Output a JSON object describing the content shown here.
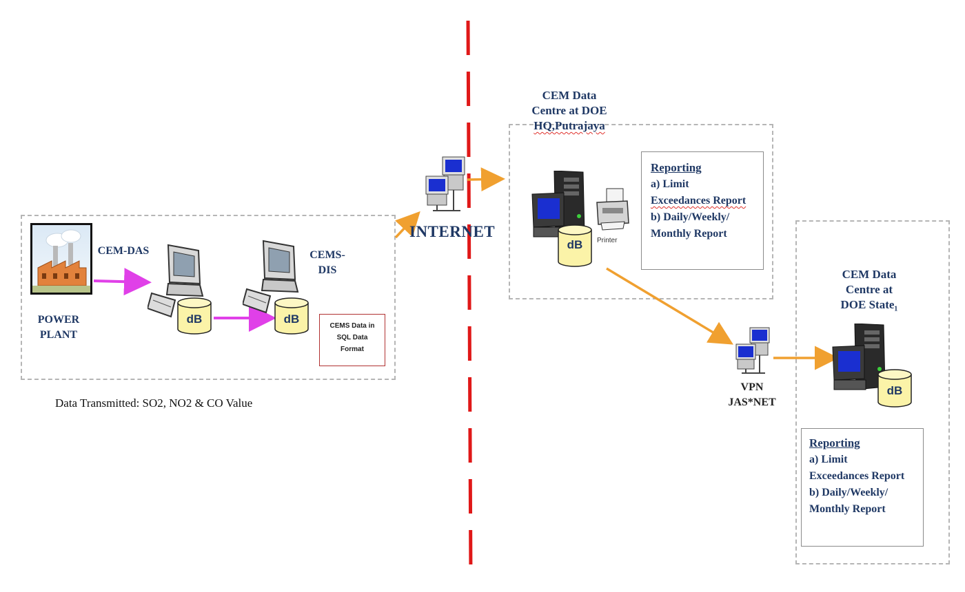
{
  "nodes": {
    "cem_das": "CEM-DAS",
    "cems_dis_line1": "CEMS-",
    "cems_dis_line2": "DIS",
    "power_plant_line1": "POWER",
    "power_plant_line2": "PLANT",
    "internet": "INTERNET",
    "vpn_line1": "VPN",
    "vpn_line2": "JAS*NET",
    "db_label": "dB",
    "printer_label": "Printer"
  },
  "sql_box": {
    "line1": "CEMS Data in",
    "line2": "SQL Data",
    "line3": "Format"
  },
  "data_transmitted": "Data Transmitted: SO2, NO2 & CO Value",
  "hq_centre": {
    "line1": "CEM Data",
    "line2": "Centre at DOE",
    "line3": "HQ,Putrajaya"
  },
  "state_centre": {
    "line1": "CEM Data",
    "line2": "Centre at",
    "line3": "DOE State₁"
  },
  "report_hq": {
    "heading": "Reporting",
    "line1": "a) Limit",
    "line2": "Exceedances Report",
    "line3": "b) Daily/Weekly/",
    "line4": "Monthly Report"
  },
  "report_state": {
    "heading": "Reporting",
    "line1": "a) Limit",
    "line2": "Exceedances Report",
    "line3": "b) Daily/Weekly/",
    "line4": "Monthly Report"
  },
  "colors": {
    "magenta_arrow": "#e040e8",
    "orange_arrow": "#f0a030",
    "divider": "#e01818",
    "label_text": "#1f3864",
    "db_fill": "#fbf3a8"
  }
}
